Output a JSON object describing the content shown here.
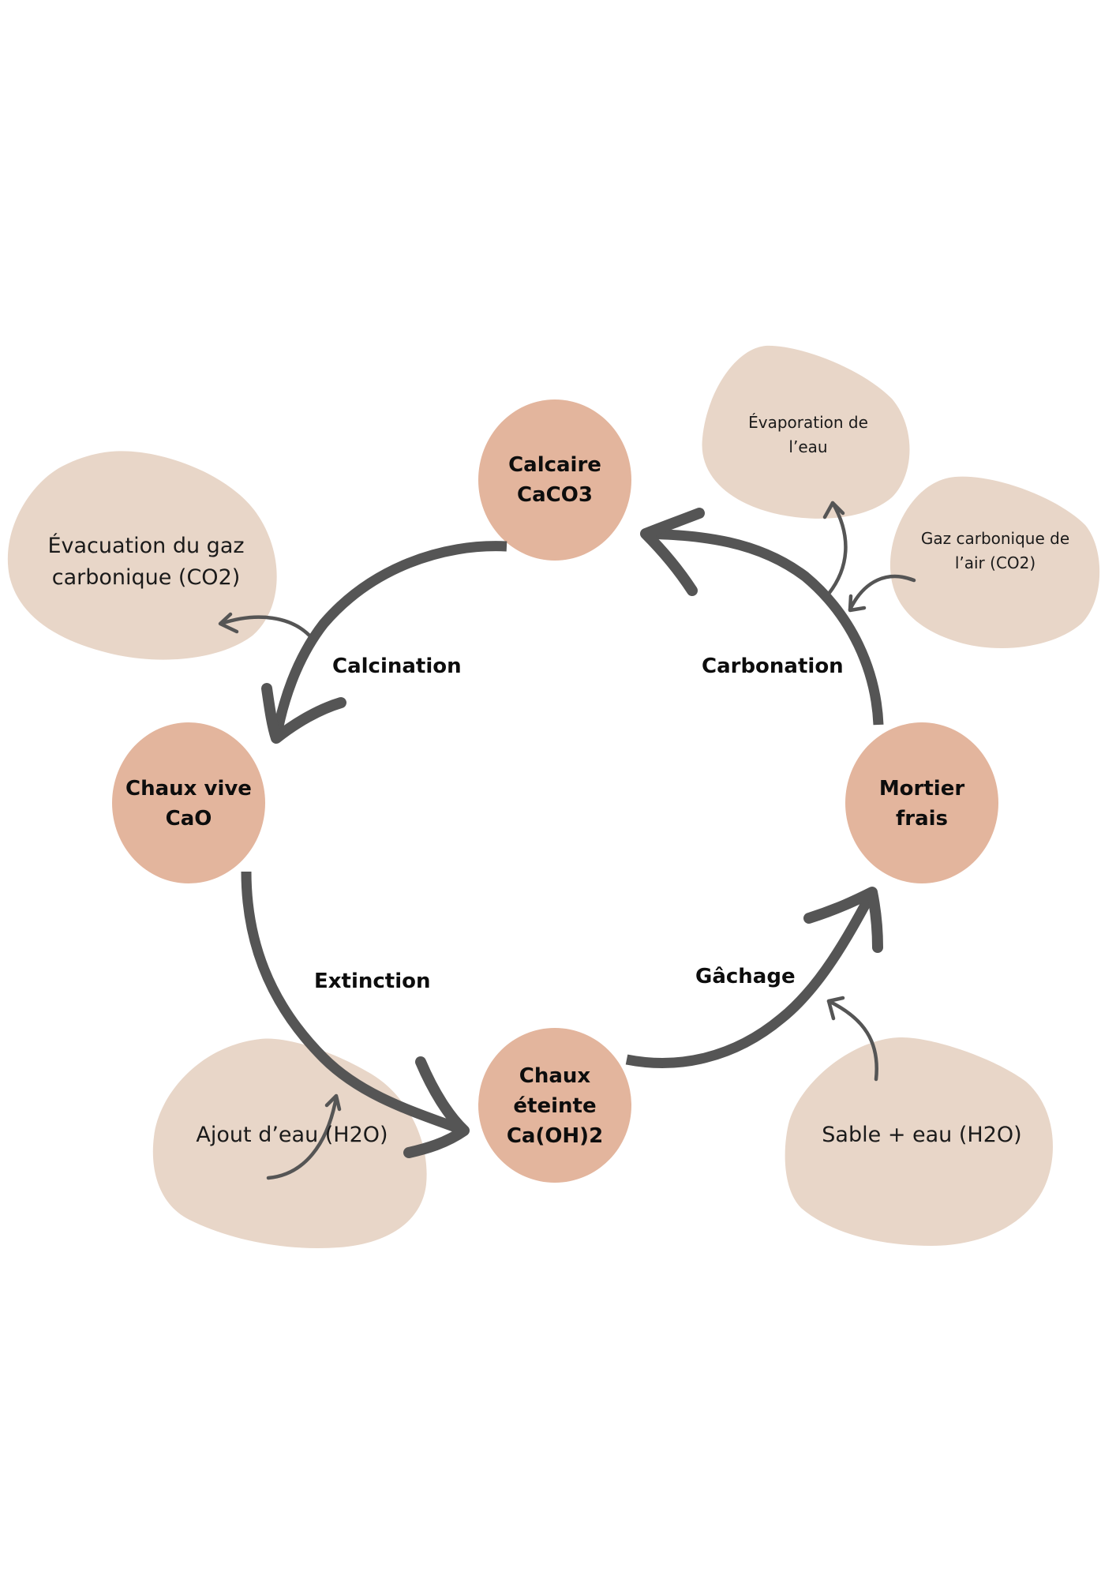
{
  "title": "Cycle de la chaux",
  "colors": {
    "node_fill": "#e3b59d",
    "blob_fill": "#e8d6c8",
    "arrow": "#555555",
    "text": "#111111"
  },
  "nodes": [
    {
      "id": "calcaire",
      "lines": [
        "Calcaire",
        "CaCO3"
      ]
    },
    {
      "id": "chaux-vive",
      "lines": [
        "Chaux vive",
        "CaO"
      ]
    },
    {
      "id": "chaux-eteinte",
      "lines": [
        "Chaux",
        "éteinte",
        "Ca(OH)2"
      ]
    },
    {
      "id": "mortier-frais",
      "lines": [
        "Mortier",
        "frais"
      ]
    }
  ],
  "stages": [
    {
      "id": "calcination",
      "label": "Calcination",
      "from": "calcaire",
      "to": "chaux-vive"
    },
    {
      "id": "extinction",
      "label": "Extinction",
      "from": "chaux-vive",
      "to": "chaux-eteinte"
    },
    {
      "id": "gachage",
      "label": "Gâchage",
      "from": "chaux-eteinte",
      "to": "mortier-frais"
    },
    {
      "id": "carbonation",
      "label": "Carbonation",
      "from": "mortier-frais",
      "to": "calcaire"
    }
  ],
  "side_notes": [
    {
      "id": "evacuation-co2",
      "lines": [
        "Évacuation du gaz",
        "carbonique (CO2)"
      ],
      "stage": "calcination",
      "direction": "out"
    },
    {
      "id": "ajout-eau",
      "lines": [
        "Ajout d’eau (H2O)"
      ],
      "stage": "extinction",
      "direction": "in"
    },
    {
      "id": "sable-eau",
      "lines": [
        "Sable + eau (H2O)"
      ],
      "stage": "gachage",
      "direction": "in"
    },
    {
      "id": "evaporation-eau",
      "lines": [
        "Évaporation de",
        "l’eau"
      ],
      "stage": "carbonation",
      "direction": "out"
    },
    {
      "id": "co2-air",
      "lines": [
        "Gaz carbonique de",
        "l’air (CO2)"
      ],
      "stage": "carbonation",
      "direction": "in"
    }
  ]
}
